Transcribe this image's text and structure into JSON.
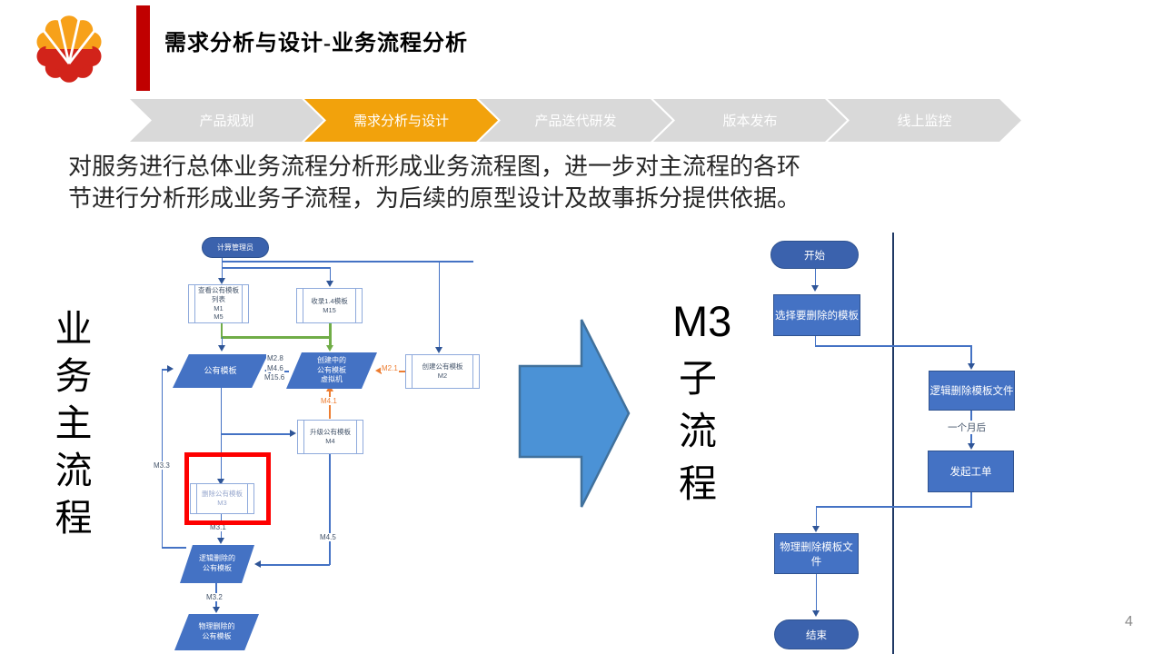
{
  "header": {
    "title": "需求分析与设计-业务流程分析"
  },
  "ribbon": {
    "active_index": 1,
    "stages": [
      {
        "label": "产品规划"
      },
      {
        "label": "需求分析与设计"
      },
      {
        "label": "产品迭代研发"
      },
      {
        "label": "版本发布"
      },
      {
        "label": "线上监控"
      }
    ]
  },
  "description": {
    "line1": "对服务进行总体业务流程分析形成业务流程图，进一步对主流程的各环",
    "line2": "节进行分析形成业务子流程，为后续的原型设计及故事拆分提供依据。"
  },
  "main_flow": {
    "caption": "业\n务\n主\n流\n程",
    "actor": "计算管理员",
    "nodes": {
      "view_list": "查看公有模板\n列表\nM1\nM5",
      "collect": "收录1.4模板\nM15",
      "public_template": "公有模板",
      "creating_vm": "创建中的\n公有模板\n虚拟机",
      "create": "创建公有模板\nM2",
      "upgrade": "升级公有模板\nM4",
      "delete": "删除公有模板\nM3",
      "logical_deleted": "逻辑删除的\n公有模板",
      "physical_deleted": "物理删除的\n公有模板"
    },
    "edge_labels": {
      "m2_8": "M2.8",
      "m4_6": "M4.6",
      "m15_6": "M15.6",
      "m2_1": "M2.1",
      "m4_1": "M4.1",
      "m3_3": "M3.3",
      "m3_1": "M3.1",
      "m4_5": "M4.5",
      "m3_2": "M3.2"
    }
  },
  "transition": {
    "title": "M3",
    "subtitle": "子\n流\n程"
  },
  "sub_flow": {
    "nodes": {
      "start": "开始",
      "select": "选择要删除的模板",
      "logical_delete": "逻辑删除模板文件",
      "wait_label": "一个月后",
      "ticket": "发起工单",
      "physical_delete": "物理删除模板文件",
      "end": "结束"
    }
  },
  "footer": {
    "page_number": "4"
  },
  "colors": {
    "brand_red": "#C00000",
    "ribbon_active": "#F2A20C",
    "ribbon_inactive": "#D9D9D9",
    "node_blue": "#4472C4",
    "node_border": "#2F528F",
    "pill_blue": "#3B62AD",
    "flow_green": "#70AD47",
    "flow_orange": "#ED7D31",
    "highlight_red": "#FE0000"
  }
}
